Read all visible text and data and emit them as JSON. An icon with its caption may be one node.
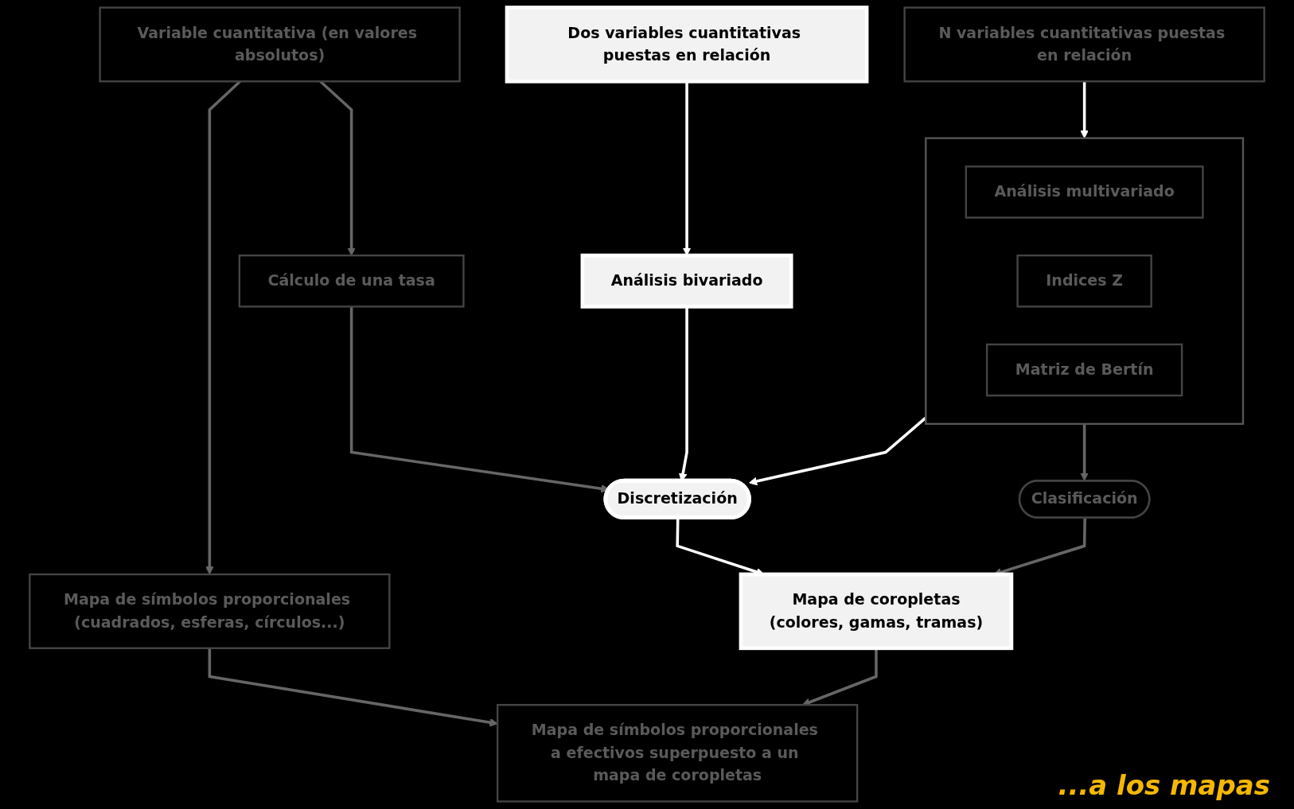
{
  "diagram": {
    "nodes": [
      {
        "text": [
          "Variable cuantitativa (en valores absolutos)"
        ]
      },
      {
        "text": [
          "Dos variables cuantitativas puestas en relación"
        ]
      },
      {
        "text": [
          "N variables cuantitativas puestas en relación"
        ]
      },
      {
        "text": [
          "Cálculo de una tasa"
        ]
      },
      {
        "text": [
          "Análisis bivariado"
        ]
      },
      {
        "text": [],
        "shape": "box"
      },
      {
        "text": [
          "Análisis multivariado"
        ],
        "in": 5
      },
      {
        "text": [
          "Indices Z"
        ],
        "in": 5
      },
      {
        "text": [
          "Matriz de Bertín"
        ],
        "in": 5
      },
      {
        "text": [
          "Discretización"
        ]
      },
      {
        "text": [
          "Clasificación"
        ]
      },
      {
        "text": [
          "Mapa de símbolos proporcionales (cuadrados, esferas, círculos...)"
        ]
      },
      {
        "text": [
          "Mapa de coropletas",
          "(colores, gamas, tramas)"
        ]
      },
      {
        "text": [
          "Mapa de símbolos proporcionales a efectivos superpuesto a un mapa de coropletas"
        ]
      }
    ],
    "edges": [
      {
        "from": 0,
        "to": 3,
        "arrow": "to"
      },
      {
        "from": 0,
        "to": 11,
        "arrow": "to"
      },
      {
        "from": 1,
        "to": 4,
        "arrow": "to",
        "color": "#ffffff"
      },
      {
        "from": 2,
        "to": 5,
        "arrow": "to",
        "color": "#ffffff"
      },
      {
        "from": 3,
        "to": 9,
        "arrow": "to"
      },
      {
        "from": 4,
        "to": 9,
        "arrow": "to",
        "color": "#ffffff"
      },
      {
        "from": 5,
        "to": 9,
        "arrow": "to",
        "color": "#ffffff"
      },
      {
        "from": 5,
        "to": 10,
        "arrow": "to"
      },
      {
        "from": 9,
        "to": 12,
        "arrow": "to",
        "color": "#ffffff"
      },
      {
        "from": 10,
        "to": 12,
        "arrow": "to"
      },
      {
        "from": 11,
        "to": 13,
        "arrow": "to"
      },
      {
        "from": 12,
        "to": 13,
        "arrow": "to"
      }
    ],
    "labels": [
      "...a los mapas"
    ]
  }
}
